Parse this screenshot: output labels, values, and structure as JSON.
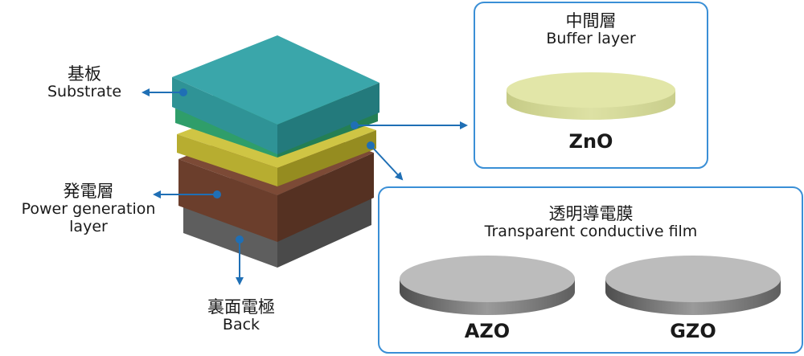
{
  "labels": {
    "substrate": {
      "jp": "基板",
      "en": "Substrate"
    },
    "power": {
      "jp": "発電層",
      "en1": "Power generation",
      "en2": "layer"
    },
    "back": {
      "jp": "裏面電極",
      "en": "Back"
    },
    "buffer": {
      "jp": "中間層",
      "en": "Buffer layer",
      "material": "ZnO"
    },
    "tco": {
      "jp": "透明導電膜",
      "en": "Transparent conductive film",
      "materials": [
        "AZO",
        "GZO"
      ]
    }
  },
  "colors": {
    "substrate": "#3aa6aa",
    "buffer": "#2f9e6a",
    "tco": "#b7ad30",
    "power": "#6b3e2c",
    "back": "#6a6a6a",
    "arrow": "#1f6fb5",
    "box_border": "#3a8fd6",
    "zno_disc": "#e2e6a8",
    "gray_disc": "#bdbdbd"
  }
}
